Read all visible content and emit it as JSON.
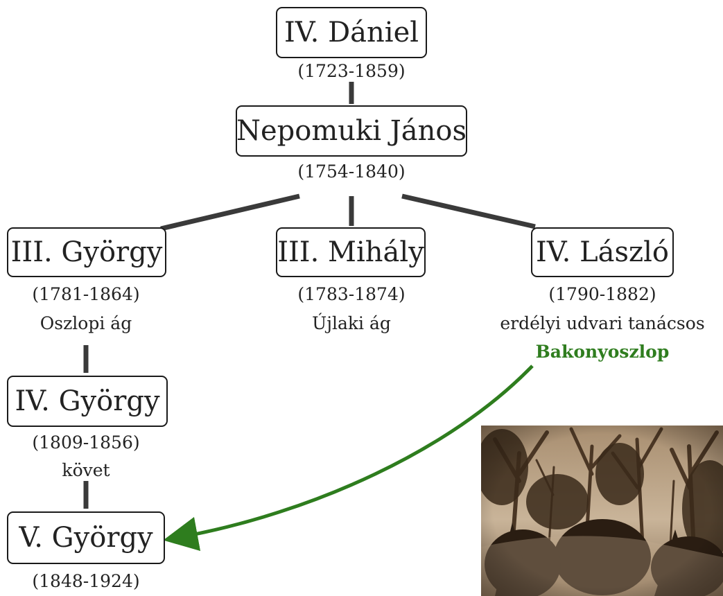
{
  "tree": {
    "daniel": {
      "name": "IV. Dániel",
      "years": "(1723-1859)"
    },
    "janos": {
      "name": "Nepomuki János",
      "years": "(1754-1840)"
    },
    "gyorgy3": {
      "name": "III. György",
      "years": "(1781-1864)",
      "note": "Oszlopi ág"
    },
    "mihaly": {
      "name": "III. Mihály",
      "years": "(1783-1874)",
      "note": "Újlaki ág"
    },
    "laszlo": {
      "name": "IV. László",
      "years": "(1790-1882)",
      "note": "erdélyi udvari tanácsos",
      "place": "Bakonyoszlop"
    },
    "gyorgy4": {
      "name": "IV. György",
      "years": "(1809-1856)",
      "note": "követ"
    },
    "gyorgy5": {
      "name": "V. György",
      "years": "(1848-1924)"
    }
  },
  "colors": {
    "connector": "#3a3a3a",
    "arrow": "#2e7d1e",
    "place_text": "#2f7d1f",
    "photo_tone": "#b59c7e"
  }
}
